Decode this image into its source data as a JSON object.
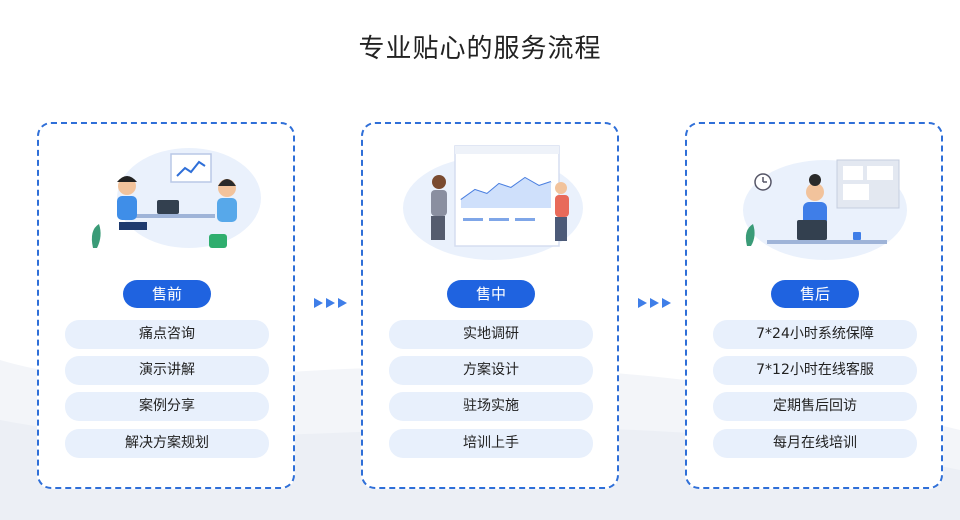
{
  "title": "专业贴心的服务流程",
  "colors": {
    "accent": "#1f63e0",
    "pill_bg": "#e8f0fc",
    "dash": "#2f6fd8"
  },
  "stages": [
    {
      "label": "售前",
      "items": [
        "痛点咨询",
        "演示讲解",
        "案例分享",
        "解决方案规划"
      ]
    },
    {
      "label": "售中",
      "items": [
        "实地调研",
        "方案设计",
        "驻场实施",
        "培训上手"
      ]
    },
    {
      "label": "售后",
      "items": [
        "7*24小时系统保障",
        "7*12小时在线客服",
        "定期售后回访",
        "每月在线培训"
      ]
    }
  ]
}
